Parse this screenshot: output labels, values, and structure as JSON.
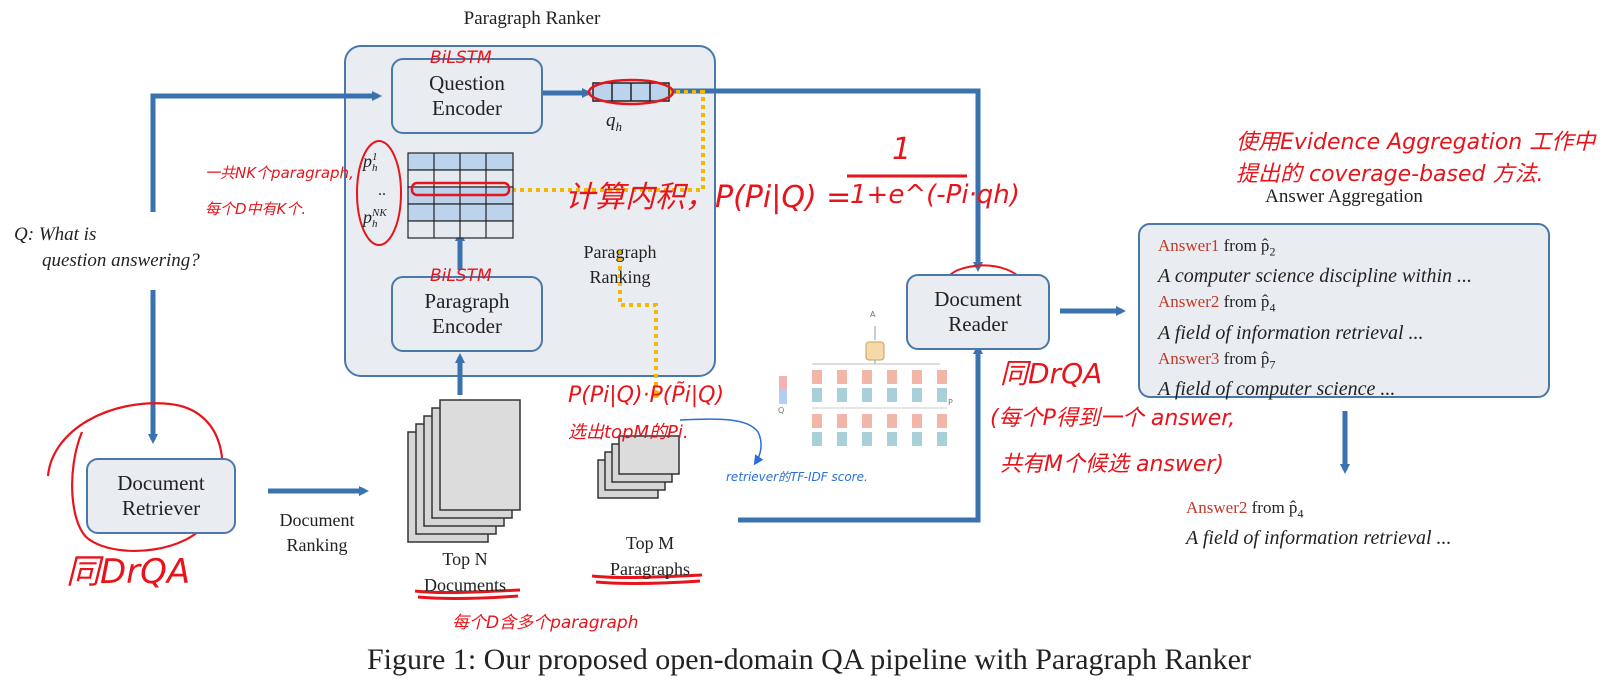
{
  "diagram": {
    "title_ranker": "Paragraph Ranker",
    "question_encoder": "Question Encoder",
    "paragraph_encoder": "Paragraph Encoder",
    "q_vector_label": "q",
    "q_vector_sub": "h",
    "p_top": "p",
    "p_top_sup": "1",
    "p_top_sub": "h",
    "p_dots": "..",
    "p_bottom": "p",
    "p_bottom_sup": "NK",
    "p_bottom_sub": "h",
    "paragraph_ranking": "Paragraph Ranking",
    "query_prefix": "Q:",
    "query_text_line1": "What is",
    "query_text_line2": "question answering?",
    "document_retriever": "Document Retriever",
    "document_ranking": "Document Ranking",
    "top_n_line1": "Top N",
    "top_n_line2": "Documents",
    "top_m_line1": "Top M",
    "top_m_line2": "Paragraphs",
    "document_reader": "Document Reader",
    "answer_aggregation": "Answer Aggregation",
    "answers": [
      {
        "label": "Answer1",
        "from": "from p̂",
        "sub": "2",
        "text": "A computer science discipline within ..."
      },
      {
        "label": "Answer2",
        "from": "from p̂",
        "sub": "4",
        "text": "A field of information retrieval ..."
      },
      {
        "label": "Answer3",
        "from": "from p̂",
        "sub": "7",
        "text": "A field of computer science ..."
      }
    ],
    "final_answer": {
      "label": "Answer2",
      "from": "from p̂",
      "sub": "4",
      "text": "A field of information retrieval ..."
    },
    "mini_fig_a": "A",
    "mini_fig_q": "Q",
    "mini_fig_p": "P",
    "caption": "Figure 1: Our proposed open-domain QA pipeline with Paragraph Ranker"
  },
  "annotations": {
    "bilstm_top": "BiLSTM",
    "bilstm_bottom": "BiLSTM",
    "nk_line1": "一共NK个paragraph,",
    "nk_line2": "每个D中有K个.",
    "inner_product": "计算内积，P(Pi|Q) =",
    "fraction_num": "1",
    "fraction_den": "1+e^(-Pi·qh)",
    "evidence_line1": "使用Evidence Aggregation 工作中",
    "evidence_line2": "提出的 coverage-based 方法.",
    "p_prob": "P(Pi|Q)·P(P̃i|Q)",
    "select_topm": "选出topM的Pi.",
    "retriever_note": "retriever的TF-IDF score.",
    "same_drqa_left": "同DrQA",
    "same_drqa_right": "同DrQA",
    "reader_line1": "(每个P得到一个 answer,",
    "reader_line2": "共有M个候选 answer)",
    "each_d": "每个D含多个paragraph"
  },
  "colors": {
    "arrow": "#3a72b0",
    "box_fill": "#e9ecf0",
    "box_border": "#4a78a8",
    "dotted": "#f5b800",
    "annotation": "#e8141b",
    "note_blue": "#2a6fd6"
  }
}
